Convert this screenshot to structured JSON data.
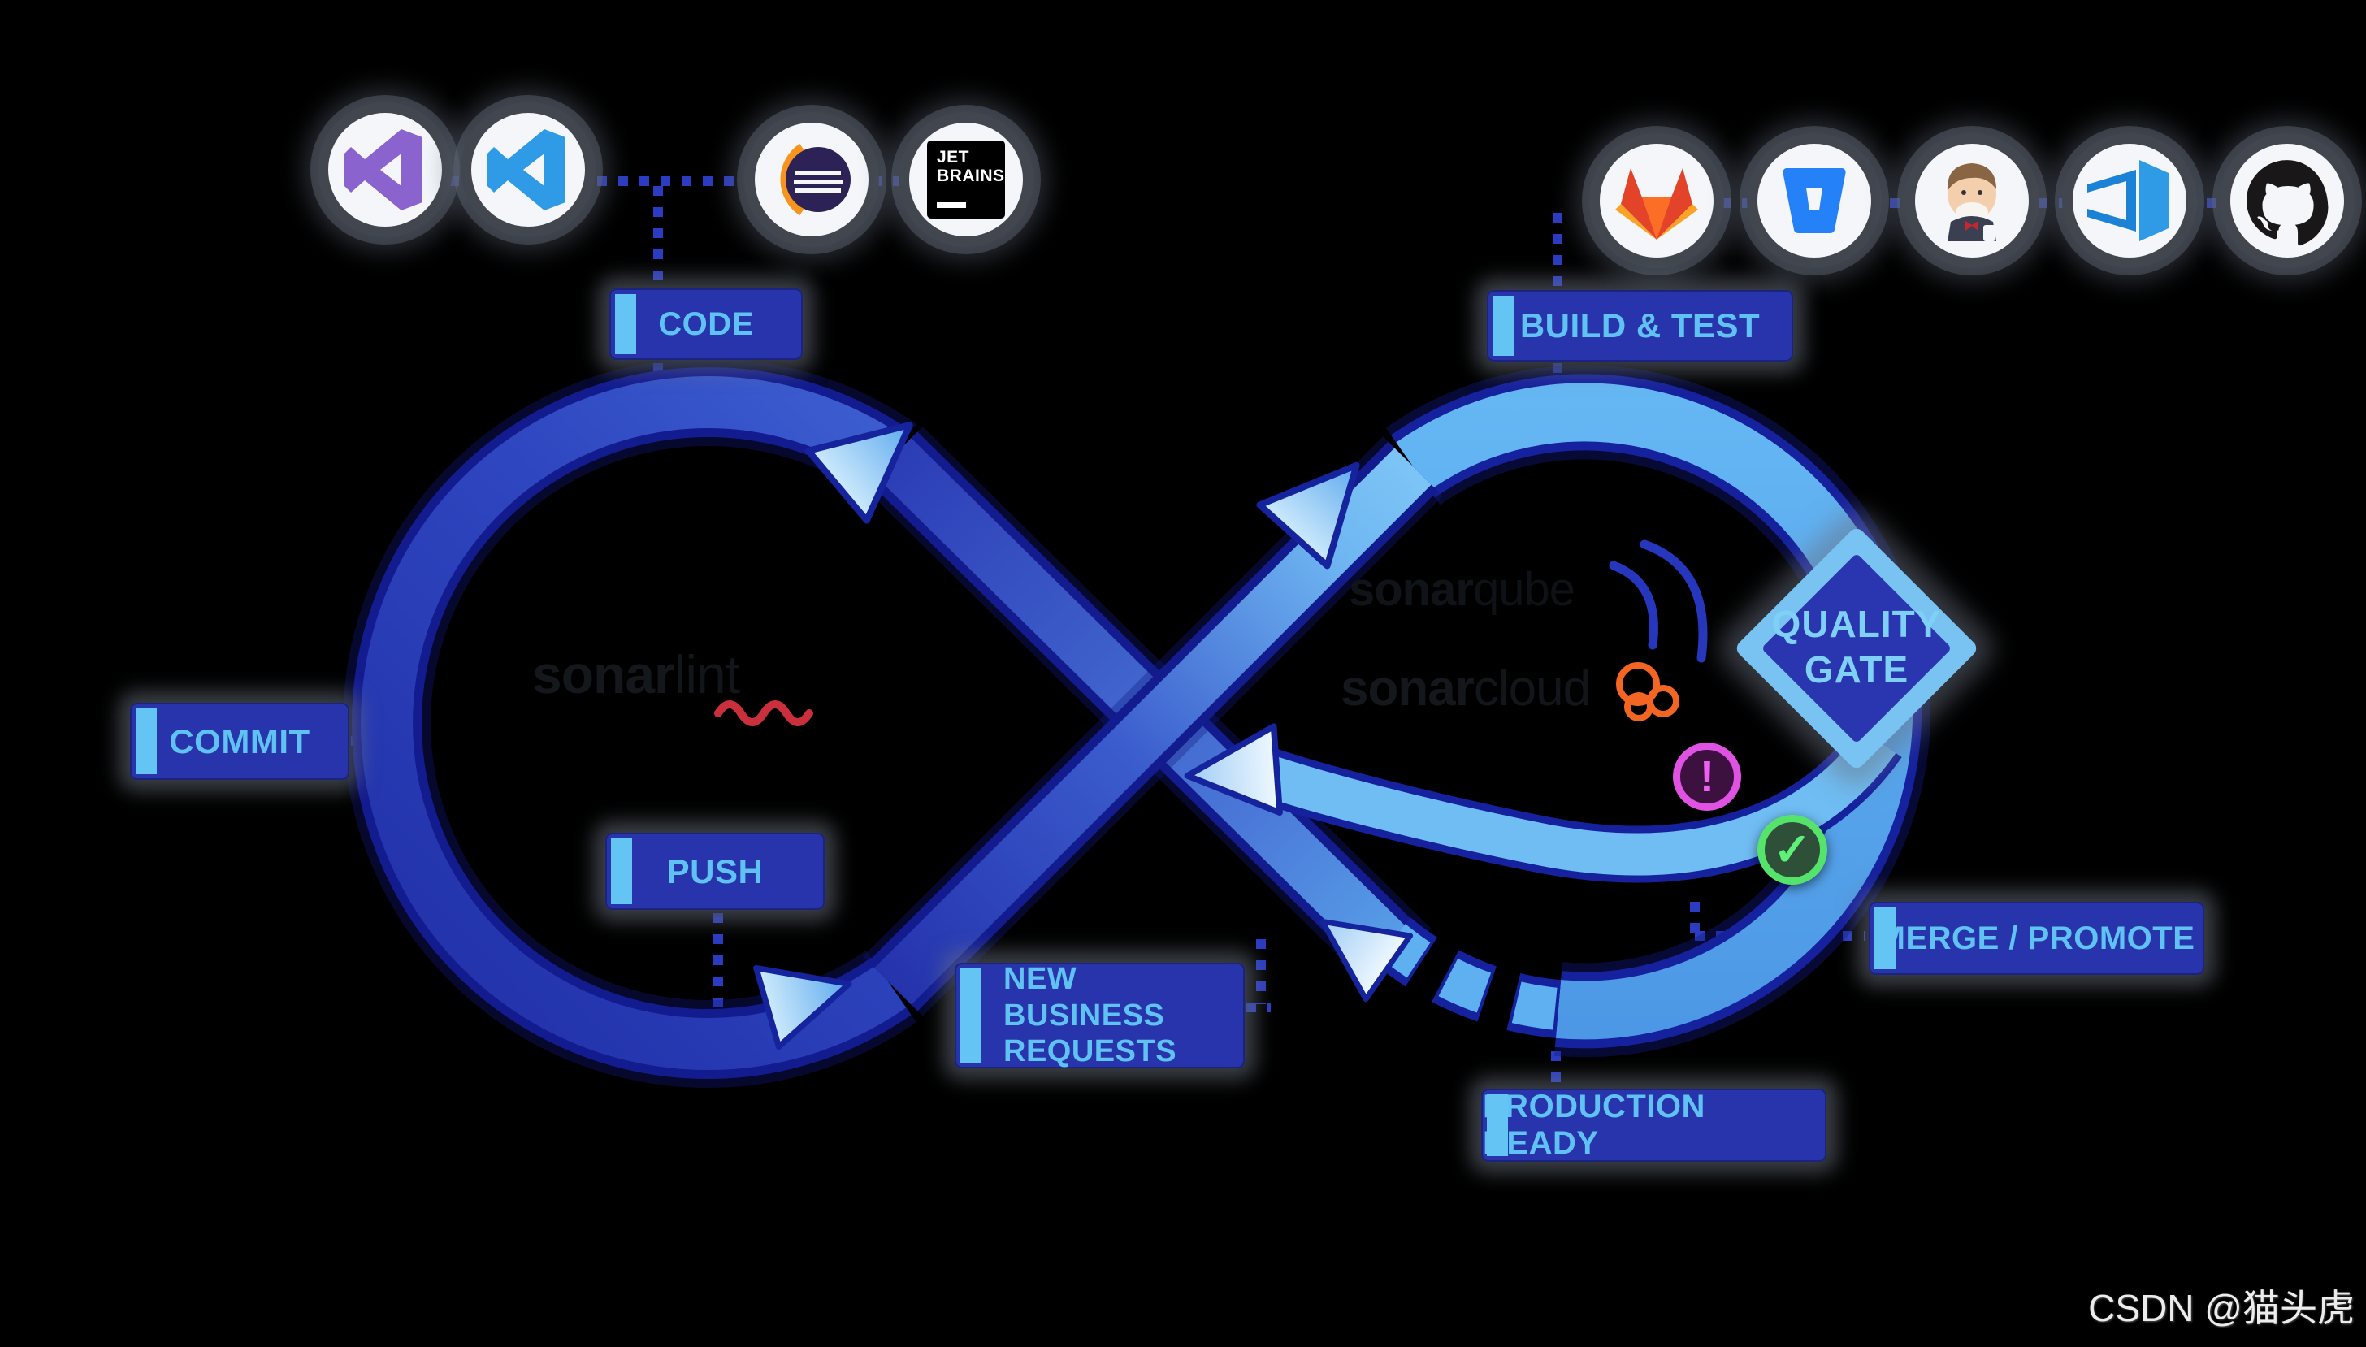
{
  "nodes": {
    "code": "CODE",
    "build_test": "BUILD & TEST",
    "commit": "COMMIT",
    "push": "PUSH",
    "new_business_line1": "NEW BUSINESS",
    "new_business_line2": "REQUESTS",
    "production_ready": "PRODUCTION READY",
    "merge_promote": "MERGE / PROMOTE",
    "quality_gate_line1": "QUALITY",
    "quality_gate_line2": "GATE"
  },
  "brands": {
    "sonarlint_bold": "sonar",
    "sonarlint_light": "lint",
    "sonarqube_bold": "sonar",
    "sonarqube_light": "qube",
    "sonarcloud_bold": "sonar",
    "sonarcloud_light": "cloud",
    "jetbrains_line1": "JET",
    "jetbrains_line2": "BRAINS"
  },
  "icons": {
    "left_group": [
      "visual-studio",
      "vs-code",
      "eclipse",
      "jetbrains"
    ],
    "right_group": [
      "gitlab",
      "bitbucket",
      "jenkins",
      "azure-devops",
      "github"
    ]
  },
  "badges": {
    "fail": "!",
    "pass": "✓"
  },
  "watermark": "CSDN @猫头虎",
  "colors": {
    "band_royal": "#2e46c0",
    "band_light": "#57a9ec",
    "outline_navy": "#141f96",
    "box_fill": "#2834ab",
    "box_accent": "#64c5f4",
    "box_text": "#5fc2f3",
    "fail_ring": "#df52e2",
    "pass_green": "#55e36c",
    "squiggle_red": "#c9303c",
    "cloud_orange": "#f26522"
  }
}
